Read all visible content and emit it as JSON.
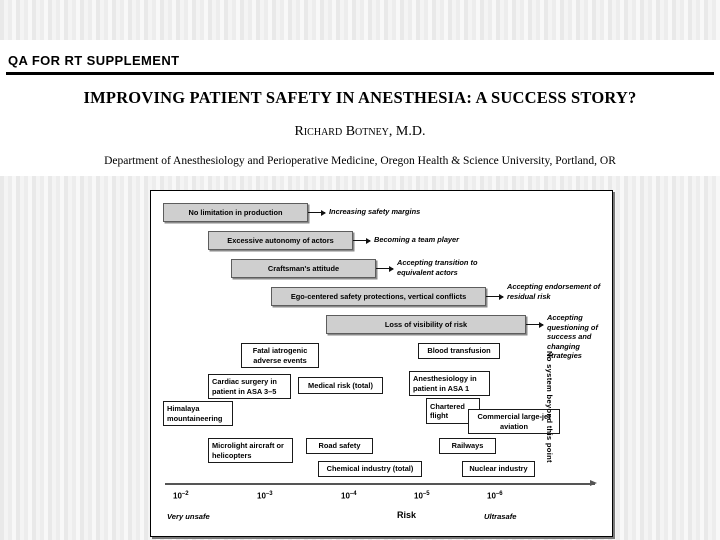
{
  "header": {
    "kicker": "QA FOR RT SUPPLEMENT",
    "title": "IMPROVING PATIENT SAFETY IN ANESTHESIA: A SUCCESS STORY?",
    "author": "Richard Botney, M.D.",
    "affiliation": "Department of Anesthesiology and Perioperative Medicine, Oregon Health & Science University, Portland, OR"
  },
  "figure": {
    "barrier_boxes": [
      {
        "label": "No limitation in production"
      },
      {
        "label": "Excessive autonomy of actors"
      },
      {
        "label": "Craftsman's attitude"
      },
      {
        "label": "Ego-centered safety protections, vertical conflicts"
      },
      {
        "label": "Loss of visibility of risk"
      }
    ],
    "annotations": [
      {
        "label": "Increasing safety margins"
      },
      {
        "label": "Becoming a team player"
      },
      {
        "label": "Accepting transition to equivalent actors"
      },
      {
        "label": "Accepting endorsement of residual risk"
      },
      {
        "label": "Accepting questioning of success and changing strategies"
      }
    ],
    "domain_boxes": [
      {
        "label": "Fatal iatrogenic adverse events"
      },
      {
        "label": "Blood transfusion"
      },
      {
        "label": "Cardiac surgery in patient in ASA 3–5"
      },
      {
        "label": "Medical risk (total)"
      },
      {
        "label": "Anesthesiology in patient in ASA 1"
      },
      {
        "label": "Himalaya mountaineering"
      },
      {
        "label": "Chartered flight"
      },
      {
        "label": "Commercial large-jet aviation"
      },
      {
        "label": "Microlight aircraft or helicopters"
      },
      {
        "label": "Road safety"
      },
      {
        "label": "Railways"
      },
      {
        "label": "Chemical industry (total)"
      },
      {
        "label": "Nuclear industry"
      }
    ],
    "vertical_label": "No system beyond this point",
    "axis": {
      "title": "Risk",
      "left_note": "Very unsafe",
      "right_note": "Ultrasafe",
      "ticks": [
        {
          "base": "10",
          "exp": "–2"
        },
        {
          "base": "10",
          "exp": "–3"
        },
        {
          "base": "10",
          "exp": "–4"
        },
        {
          "base": "10",
          "exp": "–5"
        },
        {
          "base": "10",
          "exp": "–6"
        }
      ]
    }
  }
}
